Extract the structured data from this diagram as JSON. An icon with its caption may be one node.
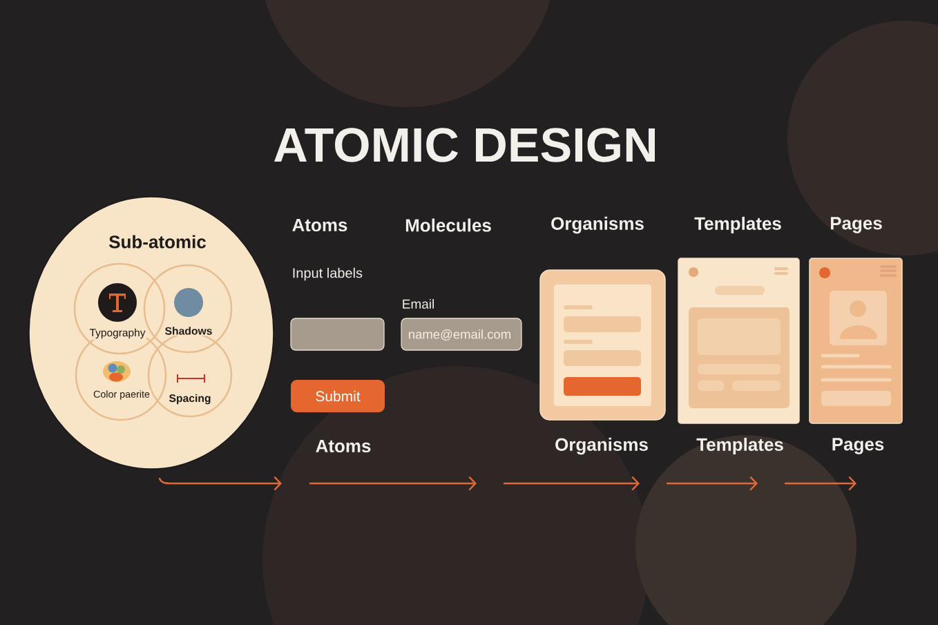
{
  "diagram": {
    "title": "ATOMIC DESIGN",
    "nodes": [
      {
        "text": [
          "Sub-atomic"
        ]
      },
      {
        "text": [
          "Typography"
        ],
        "in": 0
      },
      {
        "text": [
          "Shadows"
        ],
        "in": 0
      },
      {
        "text": [
          "Color paerite"
        ],
        "in": 0
      },
      {
        "text": [
          "Spacing"
        ],
        "in": 0
      },
      {
        "text": [],
        "shape": "box",
        "beside": [
          "Input labels"
        ]
      },
      {
        "text": [
          "name@email.com"
        ],
        "beside": [
          "Email"
        ]
      },
      {
        "text": [
          "Submit"
        ]
      },
      {
        "text": [],
        "shape": "picture"
      },
      {
        "text": [],
        "shape": "picture"
      },
      {
        "text": [],
        "shape": "picture"
      }
    ],
    "labels": [
      "Atoms",
      "Molecules",
      "Organisms",
      "Templates",
      "Pages",
      "Atoms",
      "Organisms",
      "Templates",
      "Pages"
    ]
  }
}
